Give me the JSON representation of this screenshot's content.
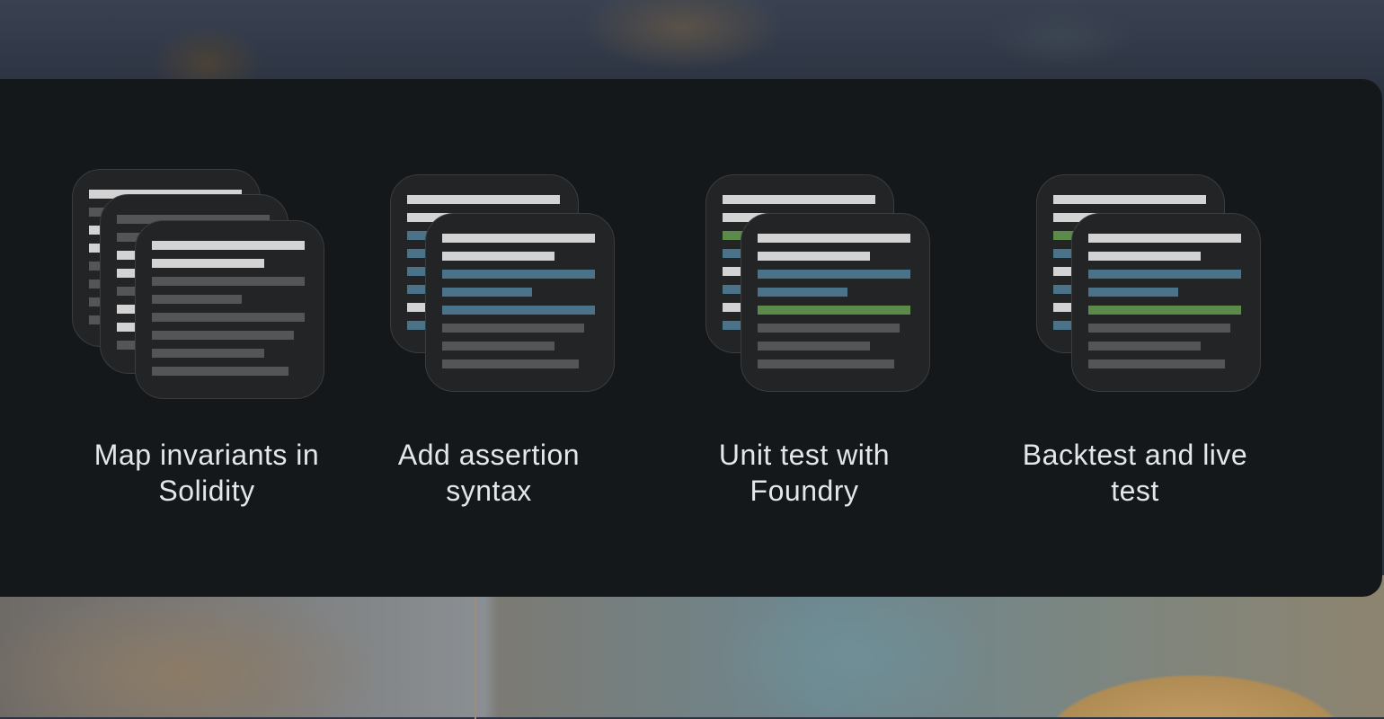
{
  "steps": [
    {
      "id": "map-invariants",
      "label": "Map invariants in Solidity",
      "icon": "stacked-documents-icon"
    },
    {
      "id": "add-assertion",
      "label": "Add assertion syntax",
      "icon": "code-documents-blue-icon"
    },
    {
      "id": "unit-test",
      "label": "Unit test with Foundry",
      "icon": "code-documents-green-icon"
    },
    {
      "id": "backtest",
      "label": "Backtest and live test",
      "icon": "code-documents-green-icon"
    }
  ],
  "colors": {
    "panel": "#15181b",
    "doc": "#232425",
    "text_bar": "#d3d3d3",
    "muted_bar": "#545556",
    "blue_bar": "#4a7288",
    "green_bar": "#5c8a4b",
    "label": "#e4e6e8"
  }
}
